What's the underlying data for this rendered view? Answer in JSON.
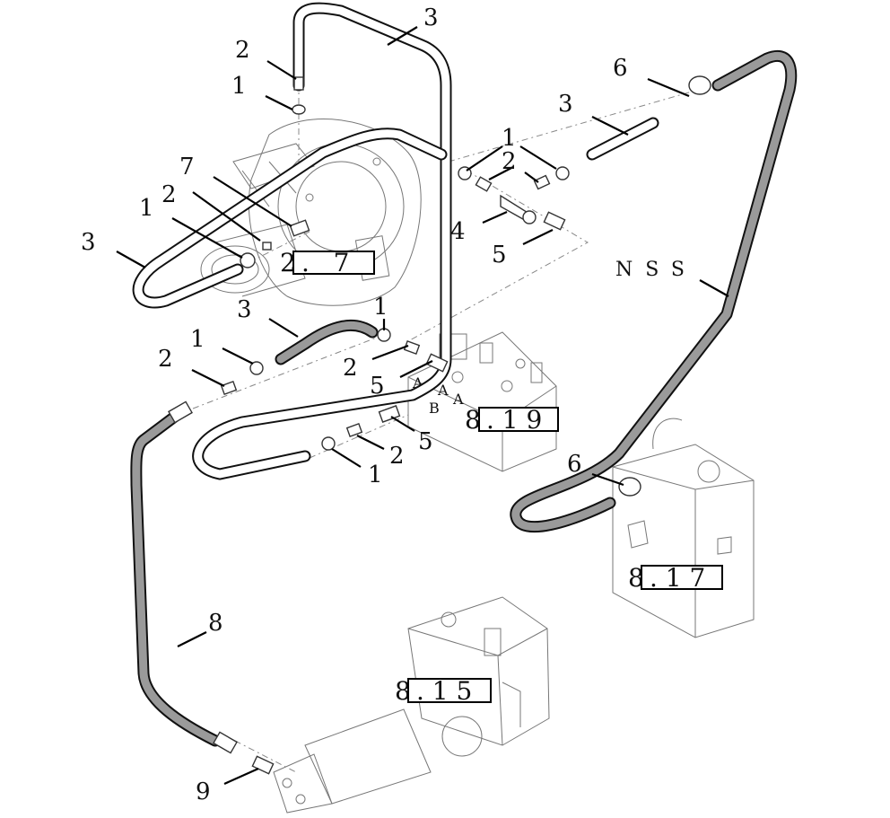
{
  "diagram": {
    "title": "Hydraulic hose and fitting assembly",
    "callouts": {
      "c3_top": "3",
      "c2_top": "2",
      "c1_top": "1",
      "c6_top": "6",
      "c3_right": "3",
      "c1_mid": "1",
      "c2_mid": "2",
      "c7": "7",
      "c2_left": "2",
      "c1_left": "1",
      "c3_far_left": "3",
      "c4": "4",
      "c5_top": "5",
      "c3_lower": "3",
      "c1_lower_mid": "1",
      "c1_lower_left": "1",
      "c2_lower_left": "2",
      "c2_lower_mid": "2",
      "c5_mid": "5",
      "c5_low": "5",
      "c2_bottom": "2",
      "c1_bottom": "1",
      "c6_low": "6",
      "c8": "8",
      "c9": "9"
    },
    "hose_label": "NSS",
    "references": [
      {
        "prefix": "2",
        "body": ".   7"
      },
      {
        "prefix": "8",
        "body": ". 1 9"
      },
      {
        "prefix": "8",
        "body": ". 1 7"
      },
      {
        "prefix": "8",
        "body": ". 1 5"
      }
    ],
    "valve_port_labels": [
      "A",
      "A",
      "A",
      "B"
    ]
  }
}
